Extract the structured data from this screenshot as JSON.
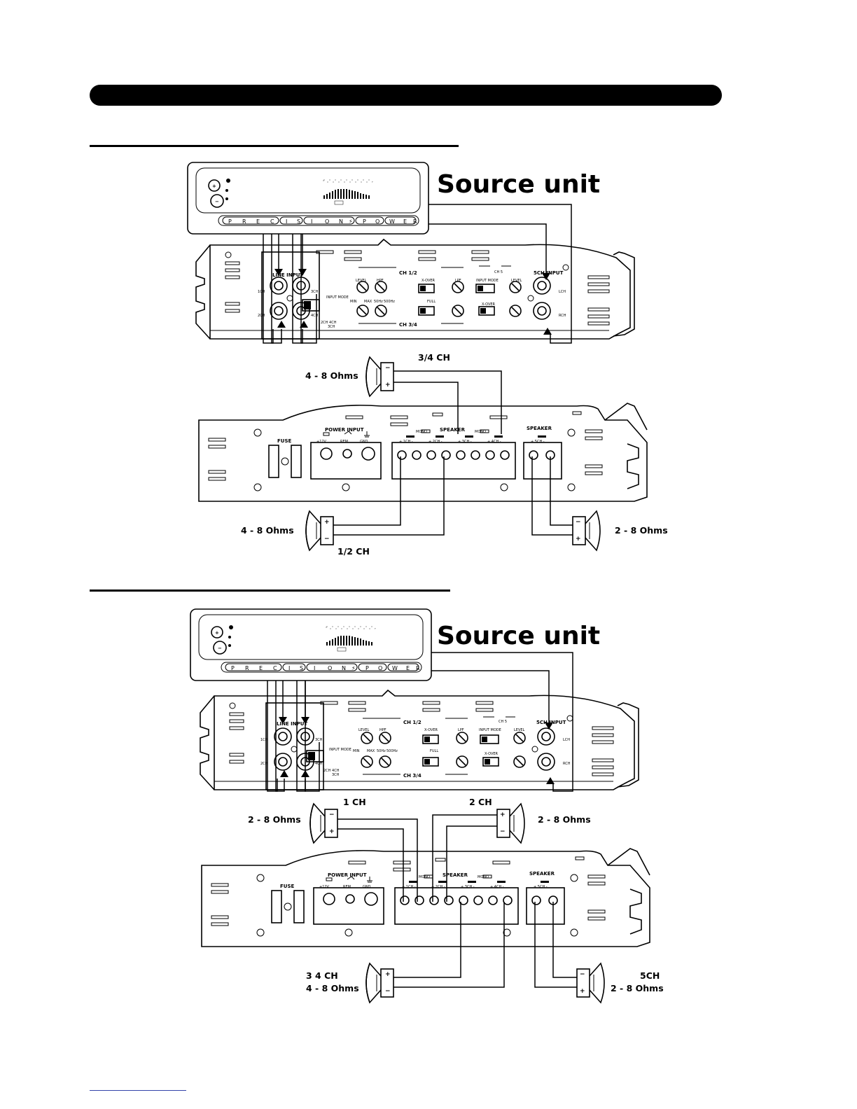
{
  "diagrams": [
    {
      "source_unit_label": "Source unit",
      "brand_letters": [
        "P",
        "R",
        "E",
        "C",
        "I",
        "S",
        "I",
        "O",
        "N",
        "⚡",
        "P",
        "O",
        "W",
        "E",
        "R"
      ],
      "amp_labels": {
        "line_input": "LINE INPUT",
        "ch1": "1CH",
        "ch2": "2CH",
        "ch3": "3CH",
        "ch4": "4CH",
        "input_mode": "INPUT MODE",
        "mode_opts": "2CH  4CH",
        "mode_3ch": "3CH",
        "ch12": "CH 1/2",
        "ch34": "CH 3/4",
        "level": "LEVEL",
        "hpf": "HPF",
        "xover": "X-OVER",
        "lpf": "LPF",
        "ch5": "CH 5",
        "ch5_input_mode": "INPUT MODE",
        "ch5_level": "LEVEL",
        "ch5_xover": "X-OVER",
        "input_5ch": "5CH INPUT",
        "lch": "LCH",
        "rch": "RCH",
        "min": "MIN",
        "max": "MAX",
        "hz50": "50Hz",
        "hz500": "500Hz",
        "full": "FULL"
      },
      "power_labels": {
        "fuse": "FUSE",
        "power_input": "POWER INPUT",
        "v12": "+12V",
        "rem": "REM",
        "gnd": "GND",
        "speaker": "SPEAKER",
        "t1": "+ 1CH -",
        "t2": "+ 2CH -",
        "t3": "+ 3CH -",
        "t4": "+ 4CH -",
        "mono": "MONO",
        "speaker5": "SPEAKER",
        "t5": "+ 5CH -"
      },
      "speakers": {
        "top_channel": "3/4 CH",
        "top_ohms": "4 - 8 Ohms",
        "left_ohms": "4 - 8 Ohms",
        "left_channel": "1/2 CH",
        "right_ohms": "2 - 8 Ohms"
      }
    },
    {
      "source_unit_label": "Source unit",
      "brand_letters": [
        "P",
        "R",
        "E",
        "C",
        "I",
        "S",
        "I",
        "O",
        "N",
        "⚡",
        "P",
        "O",
        "W",
        "E",
        "R"
      ],
      "amp_labels": {
        "line_input": "LINE INPUT",
        "ch1": "1CH",
        "ch2": "2CH",
        "ch3": "3CH",
        "ch4": "4CH",
        "input_mode": "INPUT MODE",
        "mode_opts": "2CH  4CH",
        "mode_3ch": "3CH",
        "ch12": "CH 1/2",
        "ch34": "CH 3/4",
        "level": "LEVEL",
        "hpf": "HPF",
        "xover": "X-OVER",
        "lpf": "LPF",
        "ch5": "CH 5",
        "ch5_input_mode": "INPUT MODE",
        "ch5_level": "LEVEL",
        "ch5_xover": "X-OVER",
        "input_5ch": "5CH INPUT",
        "lch": "LCH",
        "rch": "RCH",
        "min": "MIN",
        "max": "MAX",
        "hz50": "50Hz",
        "hz500": "500Hz",
        "full": "FULL"
      },
      "power_labels": {
        "fuse": "FUSE",
        "power_input": "POWER INPUT",
        "v12": "+12V",
        "rem": "REM",
        "gnd": "GND",
        "speaker": "SPEAKER",
        "t1": "+ 1CH -",
        "t2": "+ 2CH -",
        "t3": "+ 3CH -",
        "t4": "+ 4CH -",
        "mono": "MONO",
        "speaker5": "SPEAKER",
        "t5": "+ 5CH -"
      },
      "speakers": {
        "ch1_label": "1 CH",
        "ch1_ohms": "2 - 8 Ohms",
        "ch2_label": "2 CH",
        "ch2_ohms": "2 - 8 Ohms",
        "ch34_label": "3  4 CH",
        "ch34_ohms": "4 - 8 Ohms",
        "ch5_label": "5CH",
        "ch5_ohms": "2 - 8 Ohms"
      }
    }
  ]
}
